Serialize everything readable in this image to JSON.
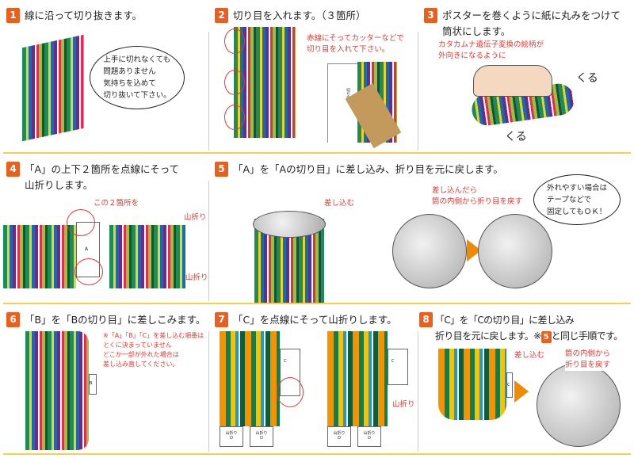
{
  "colors": {
    "badge": "#e8601c",
    "divider": "#f6cf4f",
    "annotation": "#e53935"
  },
  "steps": [
    {
      "num": "1",
      "title": "線に沿って切り抜きます。",
      "bubble": [
        "上手に切れなくても",
        "問題ありません",
        "気持ちを込めて",
        "切り抜いて下さい。"
      ]
    },
    {
      "num": "2",
      "title": "切り目を入れます。（３箇所）",
      "note": [
        "赤線にそってカッターなどで",
        "切り目を入れて下さい。"
      ],
      "label": "切り目A"
    },
    {
      "num": "3",
      "title": [
        "ポスターを巻くように紙に丸みをつけて",
        "筒状にします。"
      ],
      "note": [
        "カタカムナ遺伝子変換の絵柄が",
        "外向きになるように"
      ],
      "kuru": "くる"
    },
    {
      "num": "4",
      "title": [
        "「A」の上下２箇所を点線にそって",
        "山折りします。"
      ],
      "note": "この２箇所を",
      "fold": "山折り",
      "tab_label": "A",
      "fold_small": "山折り"
    },
    {
      "num": "5",
      "title": "「A」を「Aの切り目」に差し込み、折り目を元に戻します。",
      "insert": "差し込む",
      "note": [
        "差し込んだら",
        "筒の内側から折り目を戻す"
      ],
      "bubble": [
        "外れやすい場合は",
        "テープなどで",
        "固定してもＯＫ！"
      ]
    },
    {
      "num": "6",
      "title": "「B」を「Bの切り目」に差しこみます。",
      "note": [
        "※「A」「B」「C」を差し込む順番は",
        "とくに決まっていません",
        "どこか一部が外れた場合は",
        "差し込み直してください。"
      ],
      "tab_label": "B"
    },
    {
      "num": "7",
      "title": "「C」を点線にそって山折りします。",
      "fold": "山折り",
      "tab_label": "C",
      "foot": "山折り",
      "foot_label": "D"
    },
    {
      "num": "8",
      "title": [
        "「C」を「Cの切り目」に差し込み",
        "折り目を元に戻します。※",
        "と同じ手順です。"
      ],
      "ref": "5",
      "insert": "差し込む",
      "note": [
        "筒の内側から",
        "折り目を戻す"
      ],
      "tab_label": "C"
    }
  ]
}
